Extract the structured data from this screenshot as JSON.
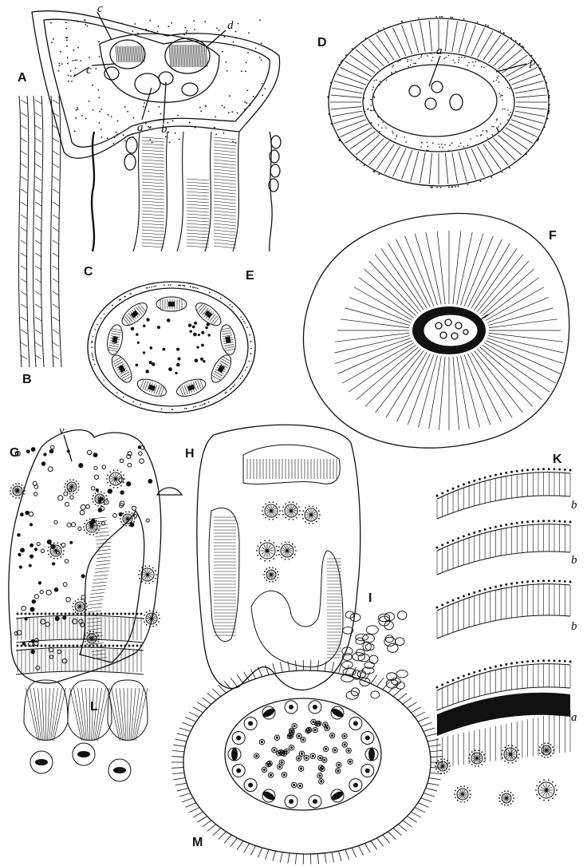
{
  "plate": {
    "ink_color": "#111111",
    "paper_color": "#ffffff",
    "figures": [
      {
        "id": "A",
        "label": "A",
        "callouts": [
          "c",
          "d",
          "c",
          "a",
          "b"
        ]
      },
      {
        "id": "B",
        "label": "B"
      },
      {
        "id": "C",
        "label": "C"
      },
      {
        "id": "D",
        "label": "D",
        "callouts": [
          "a",
          "p"
        ]
      },
      {
        "id": "E",
        "label": "E"
      },
      {
        "id": "F",
        "label": "F"
      },
      {
        "id": "G",
        "label": "G",
        "callouts": [
          "v"
        ]
      },
      {
        "id": "H",
        "label": "H"
      },
      {
        "id": "I",
        "label": "I"
      },
      {
        "id": "K",
        "label": "K",
        "callouts": [
          "b",
          "b",
          "b",
          "a"
        ]
      },
      {
        "id": "L",
        "label": "L"
      },
      {
        "id": "M",
        "label": "M"
      }
    ]
  }
}
